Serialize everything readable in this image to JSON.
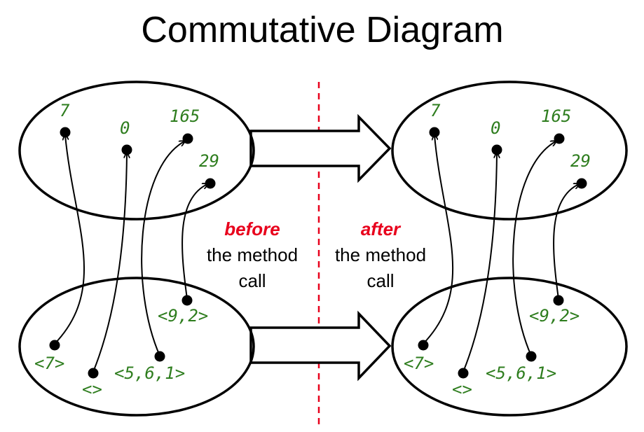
{
  "title": "Commutative Diagram",
  "colors": {
    "label": "#2e7d1e",
    "emphasis": "#e8001c",
    "divider": "#e8001c",
    "stroke": "#000000"
  },
  "captions": {
    "before": {
      "emphasis": "before",
      "line1": "the method",
      "line2": "call"
    },
    "after": {
      "emphasis": "after",
      "line1": "the method",
      "line2": "call"
    }
  },
  "panels": [
    {
      "side": "before",
      "upper_values": [
        "7",
        "0",
        "165",
        "29"
      ],
      "lower_values": [
        "<7>",
        "<>",
        "<5,6,1>",
        "<9,2>"
      ],
      "mappings": [
        [
          "<7>",
          "7"
        ],
        [
          "<>",
          "0"
        ],
        [
          "<5,6,1>",
          "165"
        ],
        [
          "<9,2>",
          "29"
        ]
      ]
    },
    {
      "side": "after",
      "upper_values": [
        "7",
        "0",
        "165",
        "29"
      ],
      "lower_values": [
        "<7>",
        "<>",
        "<5,6,1>",
        "<9,2>"
      ],
      "mappings": [
        [
          "<7>",
          "7"
        ],
        [
          "<>",
          "0"
        ],
        [
          "<5,6,1>",
          "165"
        ],
        [
          "<9,2>",
          "29"
        ]
      ]
    }
  ]
}
